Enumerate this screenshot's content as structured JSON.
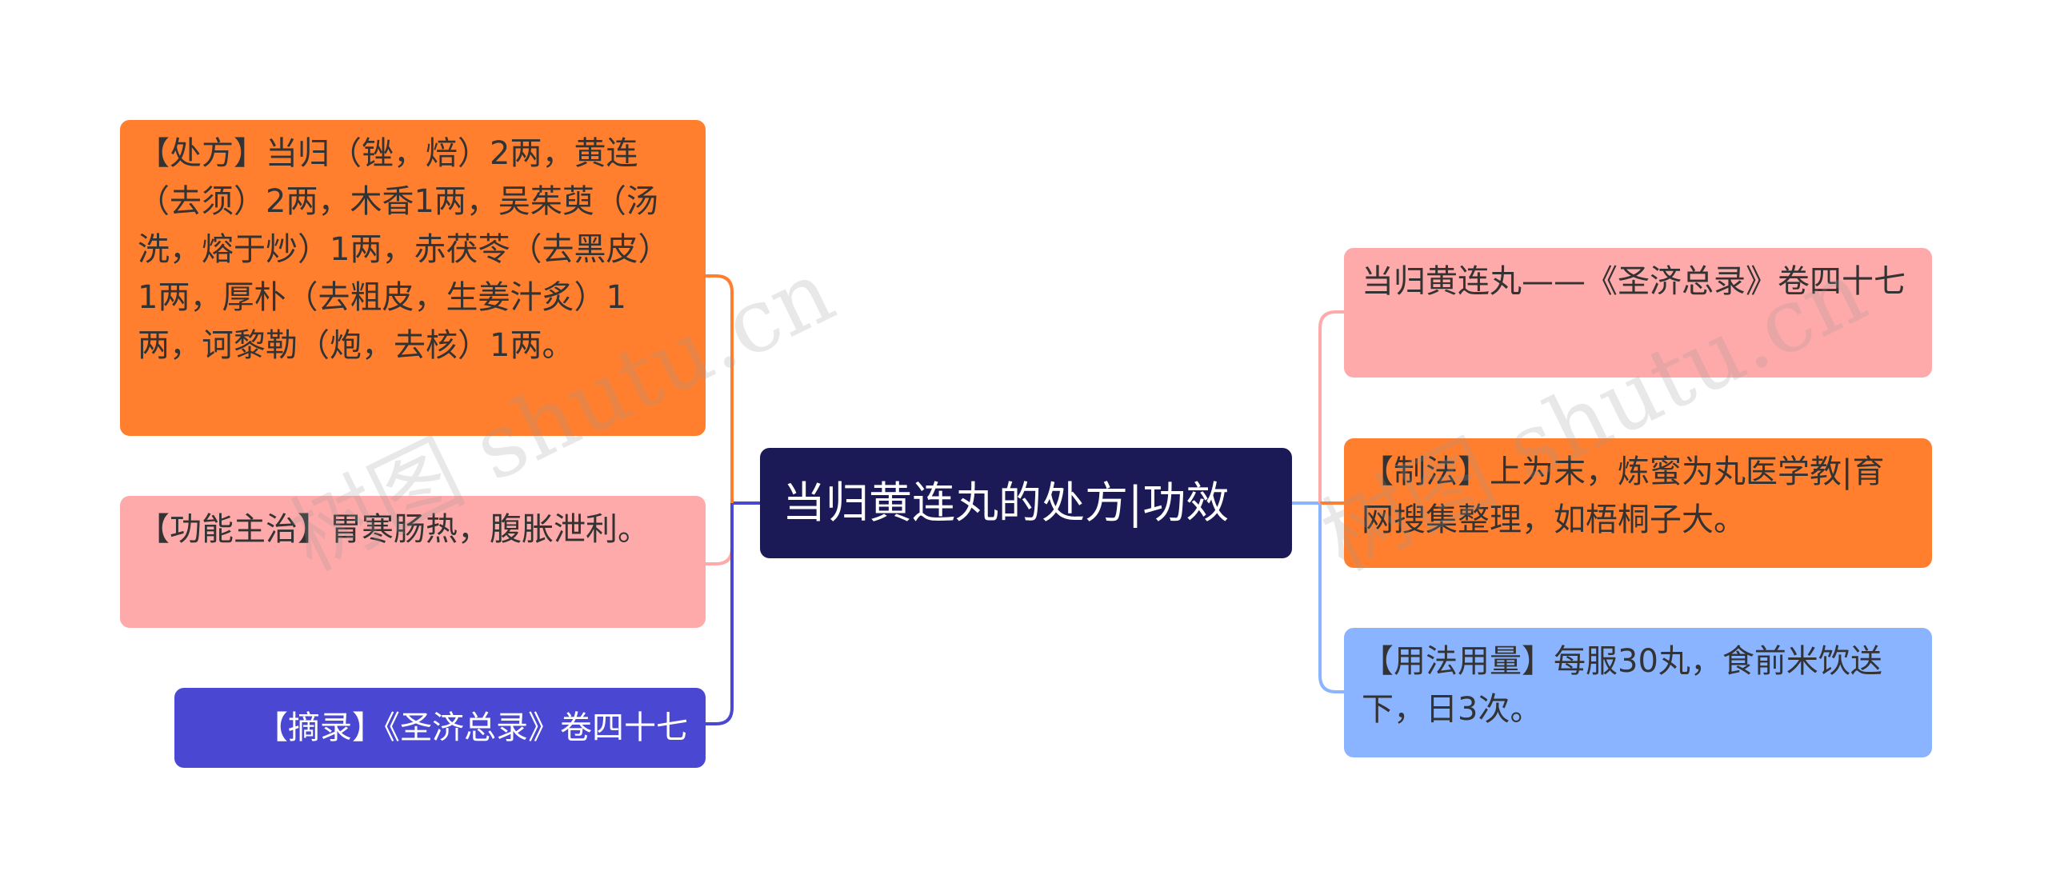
{
  "center": {
    "title": "当归黄连丸的处方|功效"
  },
  "left_nodes": [
    {
      "text": "【处方】当归（锉，焙）2两，黄连（去须）2两，木香1两，吴茱萸（汤洗，熔于炒）1两，赤茯苓（去黑皮）1两，厚朴（去粗皮，生姜汁炙）1两，诃黎勒（炮，去核）1两。",
      "color": "#ff7f2f"
    },
    {
      "text": "【功能主治】胃寒肠热，腹胀泄利。",
      "color": "#ffaaaa"
    },
    {
      "text": "【摘录】《圣济总录》卷四十七",
      "color": "#4a48d2"
    }
  ],
  "right_nodes": [
    {
      "text": "当归黄连丸——《圣济总录》卷四十七",
      "color": "#ffaaaa"
    },
    {
      "text": "【制法】上为末，炼蜜为丸医学教|育网搜集整理，如梧桐子大。",
      "color": "#ff7f2f"
    },
    {
      "text": "【用法用量】每服30丸，食前米饮送下，日3次。",
      "color": "#8ab4ff"
    }
  ],
  "watermark": "树图 shutu.cn"
}
